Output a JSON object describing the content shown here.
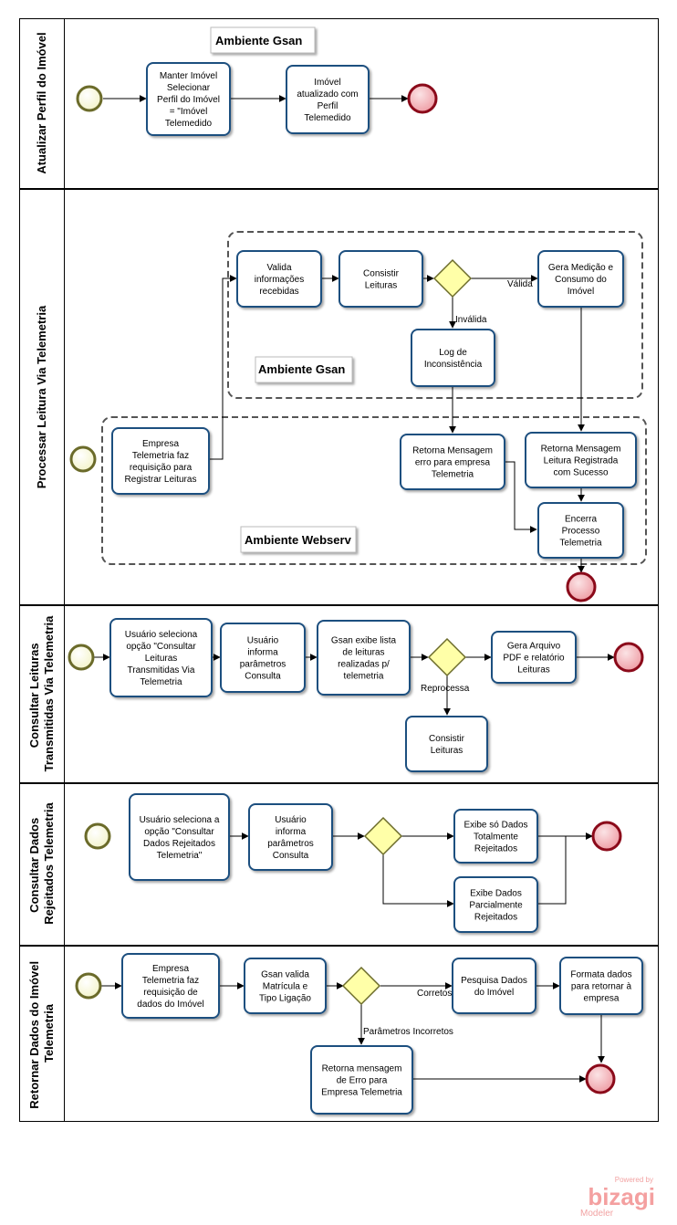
{
  "lanes": [
    {
      "title_lines": [
        "Atualizar Perfil do Imóvel"
      ]
    },
    {
      "title_lines": [
        "Processar Leitura Via Telemetria"
      ]
    },
    {
      "title_lines": [
        "Consultar Leituras",
        "Transmitidas Via Telemetria"
      ]
    },
    {
      "title_lines": [
        "Consultar Dados",
        "Rejeitados Telemetria"
      ]
    },
    {
      "title_lines": [
        "Retornar Dados do Imóvel",
        "Telemetria"
      ]
    }
  ],
  "annotations": {
    "gsan_1": "Ambiente Gsan",
    "gsan_2": "Ambiente Gsan",
    "webserv": "Ambiente Webserv"
  },
  "tasks": {
    "l1_manter": [
      "Manter Imóvel",
      "Selecionar",
      "Perfil do Imóvel",
      "= \"Imóvel",
      "Telemedido"
    ],
    "l1_atualizado": [
      "Imóvel",
      "atualizado com",
      "Perfil",
      "Telemedido"
    ],
    "l2_valida": [
      "Valida",
      "informações",
      "recebidas"
    ],
    "l2_consistir": [
      "Consistir",
      "Leituras"
    ],
    "l2_gera_medicao": [
      "Gera Medição e",
      "Consumo do",
      "Imóvel"
    ],
    "l2_log": [
      "Log de",
      "Inconsistência"
    ],
    "l2_empresa": [
      "Empresa",
      "Telemetria faz",
      "requisição para",
      "Registrar Leituras"
    ],
    "l2_retorna_erro": [
      "Retorna Mensagem",
      "erro para empresa",
      "Telemetria"
    ],
    "l2_retorna_sucesso": [
      "Retorna Mensagem",
      "Leitura Registrada",
      "com Sucesso"
    ],
    "l2_encerra": [
      "Encerra",
      "Processo",
      "Telemetria"
    ],
    "l3_usuario_seleciona": [
      "Usuário seleciona",
      "opção \"Consultar",
      "Leituras",
      "Transmitidas Via",
      "Telemetria"
    ],
    "l3_usuario_informa": [
      "Usuário",
      "informa",
      "parâmetros",
      "Consulta"
    ],
    "l3_gsan_exibe": [
      "Gsan exibe lista",
      "de leituras",
      "realizadas p/",
      "telemetria"
    ],
    "l3_gera_arquivo": [
      "Gera Arquivo",
      "PDF e relatório",
      "Leituras"
    ],
    "l3_consistir": [
      "Consistir",
      "Leituras"
    ],
    "l4_usuario_seleciona": [
      "Usuário seleciona a",
      "opção \"Consultar",
      "Dados Rejeitados",
      "Telemetria\""
    ],
    "l4_usuario_informa": [
      "Usuário",
      "informa",
      "parâmetros",
      "Consulta"
    ],
    "l4_exibe_total": [
      "Exibe só Dados",
      "Totalmente",
      "Rejeitados"
    ],
    "l4_exibe_parcial": [
      "Exibe Dados",
      "Parcialmente",
      "Rejeitados"
    ],
    "l5_empresa": [
      "Empresa",
      "Telemetria faz",
      "requisição de",
      "dados do Imóvel"
    ],
    "l5_gsan_valida": [
      "Gsan valida",
      "Matrícula e",
      "Tipo Ligação"
    ],
    "l5_pesquisa": [
      "Pesquisa Dados",
      "do Imóvel"
    ],
    "l5_formata": [
      "Formata dados",
      "para retornar à",
      "empresa"
    ],
    "l5_retorna_erro": [
      "Retorna mensagem",
      "de Erro para",
      "Empresa Telemetria"
    ]
  },
  "flow_labels": {
    "valida": "Válida",
    "invalida": "Inválida",
    "reprocessa": "Reprocessa",
    "corretos": "Corretos",
    "parametros_incorretos": "Parâmetros Incorretos"
  },
  "logo": {
    "top": "Powered by",
    "main": "bizagi",
    "sub": "Modeler"
  },
  "colors": {
    "task_border": "#1f4f7f",
    "task_fill": "#ffffff",
    "gateway_fill": "#ffffa8",
    "gateway_border": "#6b6b2a",
    "start_border": "#6b6b2a",
    "start_fill": "#fffff0",
    "end_border": "#8b0a1a",
    "end_fill": "#f4c9cc",
    "logo": "#f4a0a0"
  }
}
